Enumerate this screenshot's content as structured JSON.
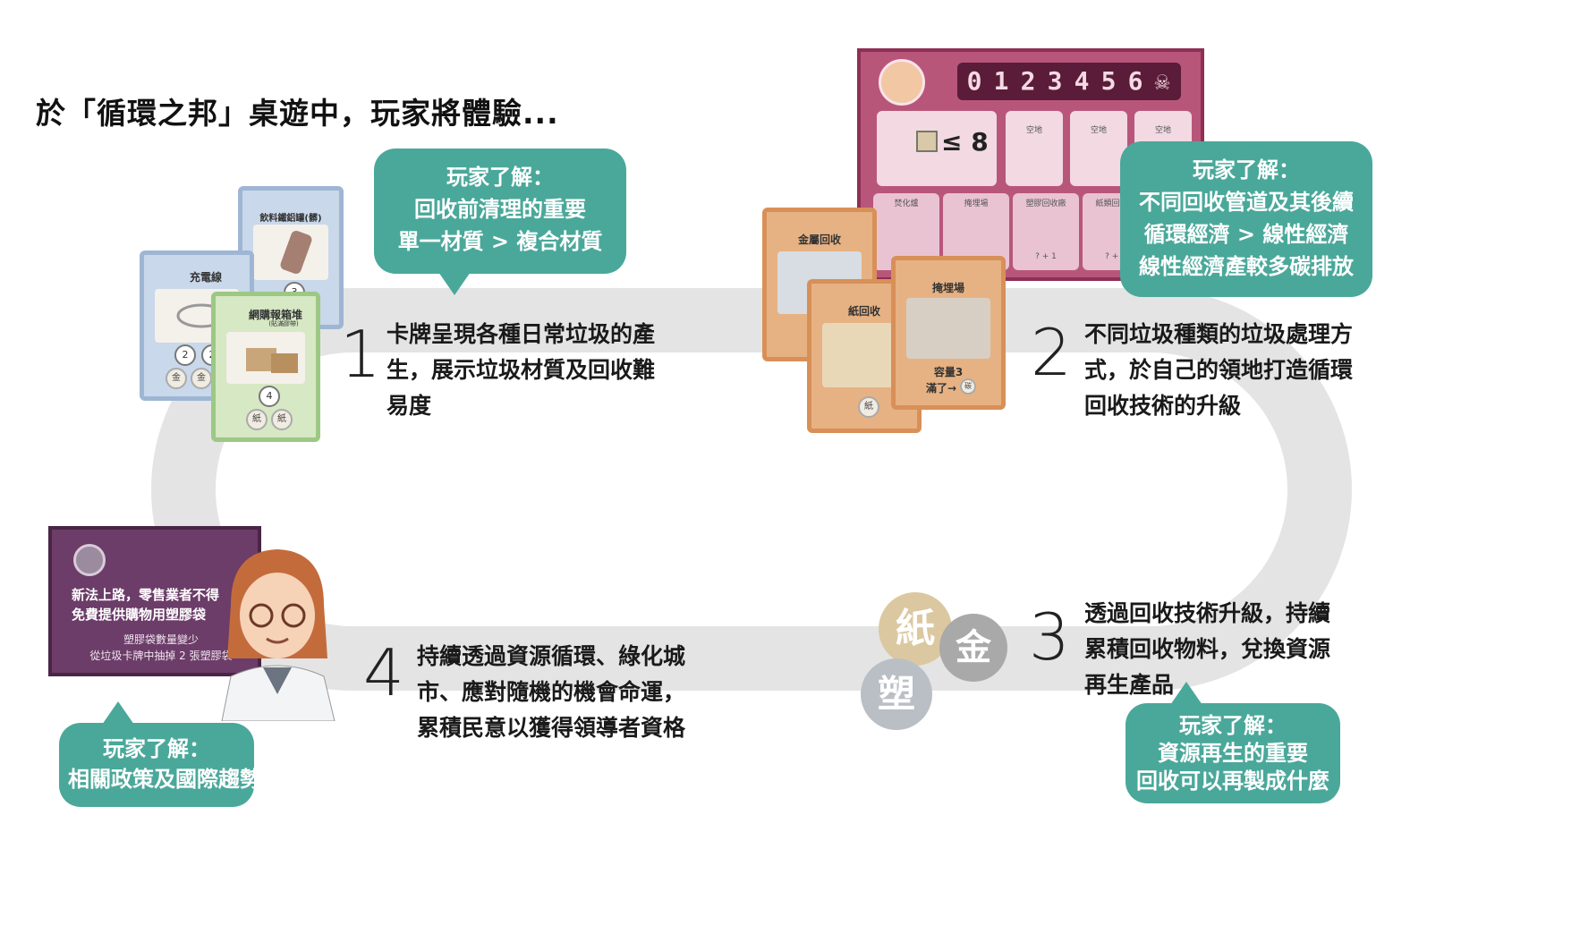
{
  "title": "於「循環之邦」桌遊中，玩家將體驗...",
  "steps": [
    {
      "number": "1",
      "text": [
        "卡牌呈現各種日常垃圾的產",
        "生，展示垃圾材質及回收難",
        "易度"
      ]
    },
    {
      "number": "2",
      "text": [
        "不同垃圾種類的垃圾處理方",
        "式，於自己的領地打造循環",
        "回收技術的升級"
      ]
    },
    {
      "number": "3",
      "text": [
        "透過回收技術升級，持續",
        "累積回收物料，兌換資源",
        "再生產品"
      ]
    },
    {
      "number": "4",
      "text": [
        "持續透過資源循環、綠化城",
        "市、應對隨機的機會命運，",
        "累積民意以獲得領導者資格"
      ]
    }
  ],
  "bubbles": [
    {
      "lines": [
        "玩家了解：",
        "回收前清理的重要",
        "單一材質 > 複合材質"
      ]
    },
    {
      "lines": [
        "玩家了解：",
        "不同回收管道及其後續",
        "循環經濟 > 線性經濟",
        "線性經濟產較多碳排放"
      ]
    },
    {
      "lines": [
        "玩家了解：",
        "資源再生的重要",
        "回收可以再製成什麼"
      ]
    },
    {
      "lines": [
        "玩家了解：",
        "相關政策及國際趨勢"
      ]
    }
  ],
  "trash_cards": {
    "can": {
      "label": "飲料鐵鋁罐(髒)",
      "level": "3"
    },
    "cable": {
      "label": "充電線",
      "levels": [
        "2",
        "2"
      ],
      "coins": [
        "金",
        "金"
      ]
    },
    "box": {
      "label": "網購報箱堆",
      "sub": "(貼滿膠帶)",
      "level": "4",
      "coins": [
        "紙",
        "紙"
      ]
    }
  },
  "facility_cards": {
    "metal": {
      "label": "金屬回收"
    },
    "paper": {
      "label": "紙回收",
      "coin": "紙"
    },
    "landfill": {
      "label": "掩埋場",
      "capacity": "容量3",
      "full": "滿了→",
      "full_icon": "碳"
    }
  },
  "board": {
    "digits": [
      "0",
      "1",
      "2",
      "3",
      "4",
      "5",
      "6"
    ],
    "rule": "≤ 8",
    "empty_slots": [
      "空地",
      "空地",
      "空地"
    ],
    "bottom_slots": [
      "焚化爐",
      "掩埋場",
      "塑膠回收廠",
      "紙類回收廠"
    ],
    "bonuses": [
      "? + 1",
      "? + 0"
    ]
  },
  "policy_card": {
    "headline": [
      "新法上路，零售業者不得",
      "免費提供購物用塑膠袋"
    ],
    "body": [
      "塑膠袋數量變少",
      "從垃圾卡牌中抽掉 2 張塑膠袋"
    ]
  },
  "tokens": {
    "paper": "紙",
    "metal": "金",
    "plastic": "塑"
  },
  "colors": {
    "teal": "#4aa89a",
    "loop": "#e4e4e4"
  }
}
